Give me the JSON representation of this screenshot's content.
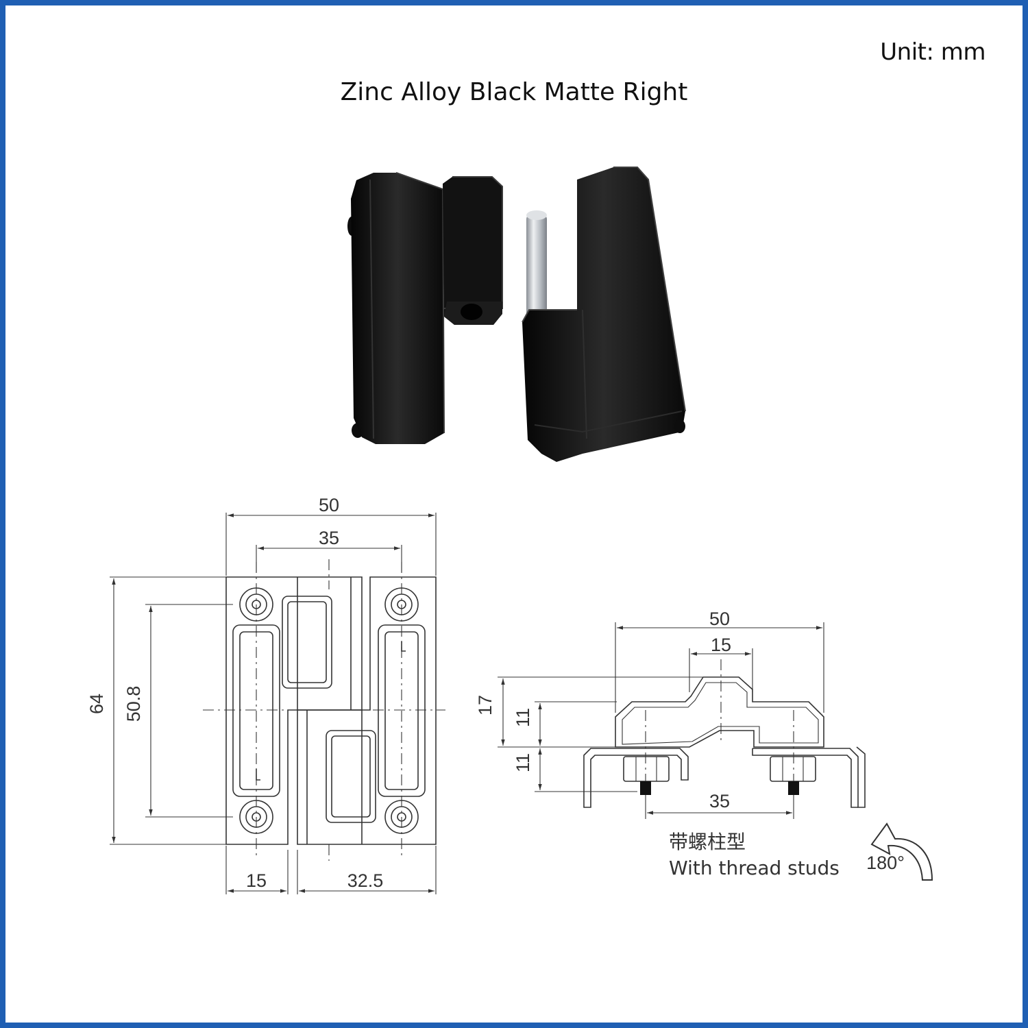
{
  "header": {
    "unit": "Unit: mm",
    "title": "Zinc Alloy Black Matte Right"
  },
  "drawing_front": {
    "width_total": "50",
    "hole_spacing_x": "35",
    "height_total": "64",
    "hole_spacing_y": "50.8",
    "left_leaf_width": "15",
    "right_leaf_width": "32.5"
  },
  "drawing_side": {
    "width_total": "50",
    "center_width": "15",
    "height_total": "17",
    "height_upper": "11",
    "height_lower": "11",
    "stud_spacing": "35",
    "caption_cn": "带螺柱型",
    "caption_en": "With thread studs",
    "rotation": "180°"
  },
  "colors": {
    "frame": "#1f5fb3",
    "product": "#141414",
    "pin": "#c9cdd2"
  }
}
